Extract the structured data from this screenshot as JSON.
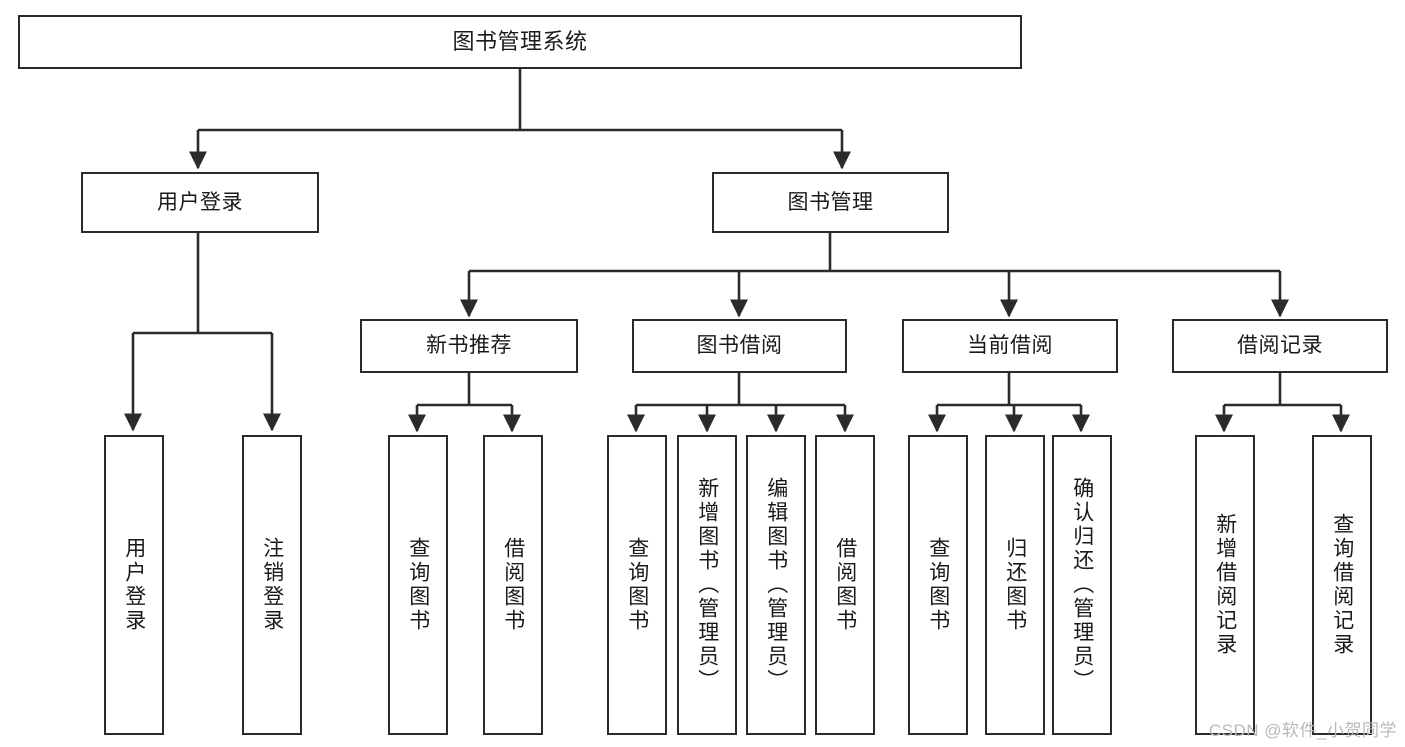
{
  "diagram": {
    "type": "tree-hierarchy",
    "title": "图书管理系统",
    "orientation": "top-down",
    "colors": {
      "box_border": "#2b2b2b",
      "box_fill": "#ffffff",
      "edge": "#2b2b2b",
      "text": "#1a1a1a",
      "watermark": "#b9b9b9",
      "background": "#ffffff"
    },
    "nodes": {
      "root": {
        "label": "图书管理系统"
      },
      "level1": [
        {
          "id": "user-login",
          "label": "用户登录"
        },
        {
          "id": "book-manage",
          "label": "图书管理"
        }
      ],
      "level2": [
        {
          "id": "new-book-recommend",
          "label": "新书推荐"
        },
        {
          "id": "book-borrow",
          "label": "图书借阅"
        },
        {
          "id": "current-borrow",
          "label": "当前借阅"
        },
        {
          "id": "borrow-record",
          "label": "借阅记录"
        }
      ],
      "leaves": [
        {
          "id": "leaf-user-login",
          "label": "用户登录",
          "parent": "user-login"
        },
        {
          "id": "leaf-logout-login",
          "label": "注销登录",
          "parent": "user-login"
        },
        {
          "id": "leaf-query-book-1",
          "label": "查询图书",
          "parent": "new-book-recommend"
        },
        {
          "id": "leaf-borrow-book-1",
          "label": "借阅图书",
          "parent": "new-book-recommend"
        },
        {
          "id": "leaf-query-book-2",
          "label": "查询图书",
          "parent": "book-borrow"
        },
        {
          "id": "leaf-add-book",
          "label": "新增图书（管理员）",
          "parent": "book-borrow"
        },
        {
          "id": "leaf-edit-book",
          "label": "编辑图书（管理员）",
          "parent": "book-borrow"
        },
        {
          "id": "leaf-borrow-book-2",
          "label": "借阅图书",
          "parent": "book-borrow"
        },
        {
          "id": "leaf-query-book-3",
          "label": "查询图书",
          "parent": "current-borrow"
        },
        {
          "id": "leaf-return-book",
          "label": "归还图书",
          "parent": "current-borrow"
        },
        {
          "id": "leaf-confirm-return",
          "label": "确认归还（管理员）",
          "parent": "current-borrow"
        },
        {
          "id": "leaf-add-record",
          "label": "新增借阅记录",
          "parent": "borrow-record"
        },
        {
          "id": "leaf-query-record",
          "label": "查询借阅记录",
          "parent": "borrow-record"
        }
      ]
    }
  },
  "watermark": {
    "text": "CSDN @软件_小贺同学"
  }
}
